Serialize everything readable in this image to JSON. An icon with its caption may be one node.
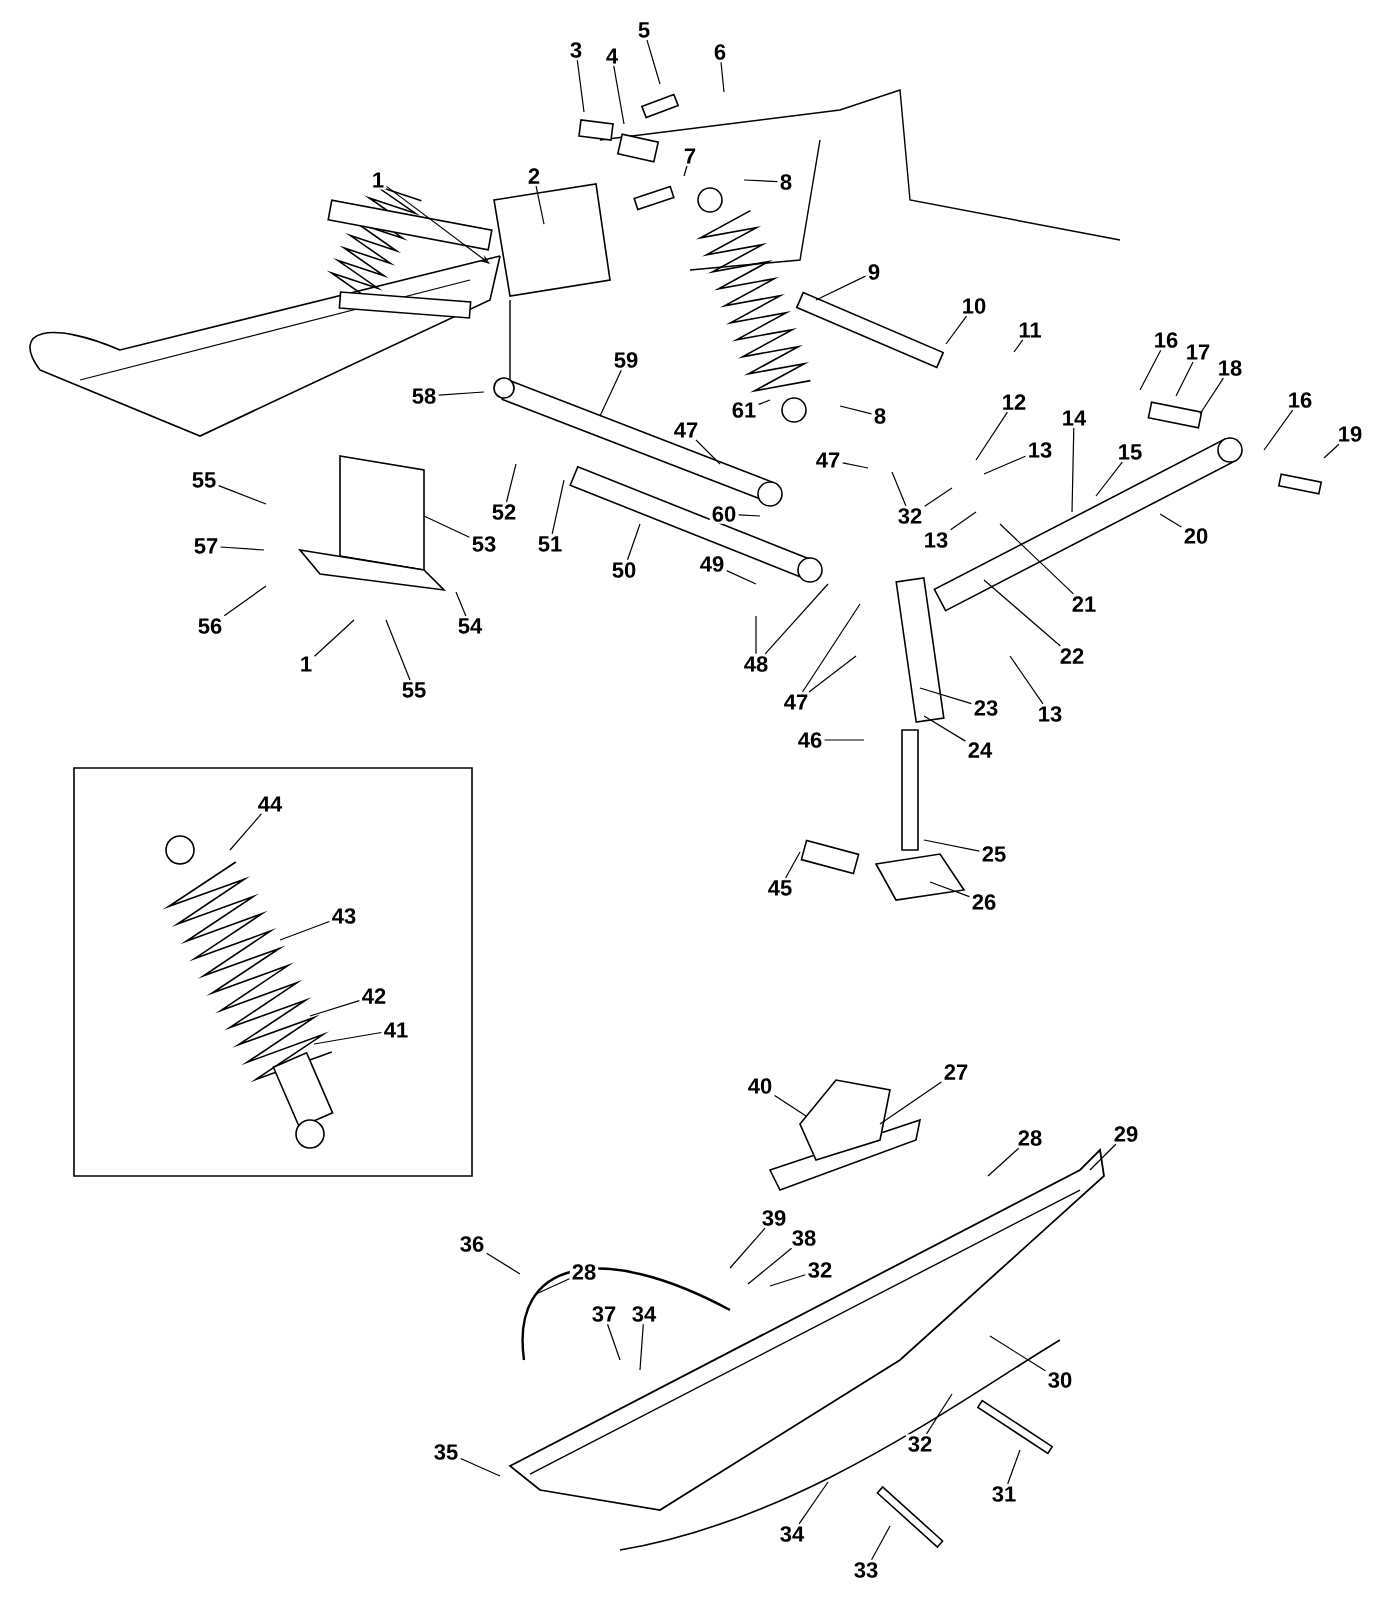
{
  "diagram": {
    "nodes": [
      {
        "text": [
          "5"
        ]
      },
      {
        "text": [
          "3"
        ]
      },
      {
        "text": [
          "4"
        ]
      },
      {
        "text": [
          "6"
        ]
      },
      {
        "text": [
          "7"
        ]
      },
      {
        "text": [
          "2"
        ]
      },
      {
        "text": [
          "1"
        ]
      },
      {
        "text": [
          "8"
        ]
      },
      {
        "text": [
          "9"
        ]
      },
      {
        "text": [
          "10"
        ]
      },
      {
        "text": [
          "11"
        ]
      },
      {
        "text": [
          "16"
        ]
      },
      {
        "text": [
          "17"
        ]
      },
      {
        "text": [
          "58"
        ]
      },
      {
        "text": [
          "59"
        ]
      },
      {
        "text": [
          "18"
        ]
      },
      {
        "text": [
          "16"
        ]
      },
      {
        "text": [
          "12"
        ]
      },
      {
        "text": [
          "61"
        ]
      },
      {
        "text": [
          "14"
        ]
      },
      {
        "text": [
          "8"
        ]
      },
      {
        "text": [
          "47"
        ]
      },
      {
        "text": [
          "19"
        ]
      },
      {
        "text": [
          "15"
        ]
      },
      {
        "text": [
          "13"
        ]
      },
      {
        "text": [
          "47"
        ]
      },
      {
        "text": [
          "55"
        ]
      },
      {
        "text": [
          "52"
        ]
      },
      {
        "text": [
          "60"
        ]
      },
      {
        "text": [
          "32"
        ]
      },
      {
        "text": [
          "20"
        ]
      },
      {
        "text": [
          "13"
        ]
      },
      {
        "text": [
          "53"
        ]
      },
      {
        "text": [
          "51"
        ]
      },
      {
        "text": [
          "57"
        ]
      },
      {
        "text": [
          "50"
        ]
      },
      {
        "text": [
          "49"
        ]
      },
      {
        "text": [
          "21"
        ]
      },
      {
        "text": [
          "56"
        ]
      },
      {
        "text": [
          "54"
        ]
      },
      {
        "text": [
          "22"
        ]
      },
      {
        "text": [
          "1"
        ]
      },
      {
        "text": [
          "48"
        ]
      },
      {
        "text": [
          "55"
        ]
      },
      {
        "text": [
          "23"
        ]
      },
      {
        "text": [
          "47"
        ]
      },
      {
        "text": [
          "13"
        ]
      },
      {
        "text": [
          "46"
        ]
      },
      {
        "text": [
          "24"
        ]
      },
      {
        "text": [
          "44"
        ]
      },
      {
        "text": [
          "25"
        ]
      },
      {
        "text": [
          "45"
        ]
      },
      {
        "text": [
          "26"
        ]
      },
      {
        "text": [
          "43"
        ]
      },
      {
        "text": [
          "42"
        ]
      },
      {
        "text": [
          "41"
        ]
      },
      {
        "text": [
          "27"
        ]
      },
      {
        "text": [
          "40"
        ]
      },
      {
        "text": [
          "29"
        ]
      },
      {
        "text": [
          "28"
        ]
      },
      {
        "text": [
          "39"
        ]
      },
      {
        "text": [
          "38"
        ]
      },
      {
        "text": [
          "36"
        ]
      },
      {
        "text": [
          "32"
        ]
      },
      {
        "text": [
          "28"
        ]
      },
      {
        "text": [
          "37"
        ]
      },
      {
        "text": [
          "34"
        ]
      },
      {
        "text": [
          "30"
        ]
      },
      {
        "text": [
          "32"
        ]
      },
      {
        "text": [
          "35"
        ]
      },
      {
        "text": [
          "31"
        ]
      },
      {
        "text": [
          "34"
        ]
      },
      {
        "text": [
          "33"
        ]
      }
    ],
    "edges": [
      {
        "from": 0,
        "to": null,
        "arrow": "none"
      },
      {
        "from": 1,
        "to": null,
        "arrow": "none"
      },
      {
        "from": 2,
        "to": null,
        "arrow": "none"
      },
      {
        "from": 3,
        "to": null,
        "arrow": "none"
      },
      {
        "from": 4,
        "to": null,
        "arrow": "none"
      },
      {
        "from": 5,
        "to": null,
        "arrow": "none"
      },
      {
        "from": 6,
        "to": null,
        "arrow": "to"
      },
      {
        "from": 7,
        "to": null,
        "arrow": "none"
      },
      {
        "from": 8,
        "to": null,
        "arrow": "none"
      },
      {
        "from": 9,
        "to": null,
        "arrow": "none"
      },
      {
        "from": 10,
        "to": null,
        "arrow": "none"
      },
      {
        "from": 11,
        "to": null,
        "arrow": "none"
      },
      {
        "from": 12,
        "to": null,
        "arrow": "none"
      },
      {
        "from": 13,
        "to": null,
        "arrow": "none"
      },
      {
        "from": 14,
        "to": null,
        "arrow": "none"
      },
      {
        "from": 15,
        "to": null,
        "arrow": "none"
      },
      {
        "from": 16,
        "to": null,
        "arrow": "none"
      },
      {
        "from": 17,
        "to": null,
        "arrow": "none"
      },
      {
        "from": 18,
        "to": null,
        "arrow": "none"
      },
      {
        "from": 19,
        "to": null,
        "arrow": "none"
      },
      {
        "from": 20,
        "to": null,
        "arrow": "none"
      },
      {
        "from": 21,
        "to": null,
        "arrow": "none"
      },
      {
        "from": 22,
        "to": null,
        "arrow": "none"
      },
      {
        "from": 23,
        "to": null,
        "arrow": "none"
      },
      {
        "from": 24,
        "to": null,
        "arrow": "none"
      },
      {
        "from": 25,
        "to": null,
        "arrow": "none"
      },
      {
        "from": 26,
        "to": null,
        "arrow": "none"
      },
      {
        "from": 27,
        "to": null,
        "arrow": "none"
      },
      {
        "from": 28,
        "to": null,
        "arrow": "none"
      },
      {
        "from": 29,
        "to": null,
        "arrow": "none"
      },
      {
        "from": 29,
        "to": null,
        "arrow": "none"
      },
      {
        "from": 30,
        "to": null,
        "arrow": "none"
      },
      {
        "from": 31,
        "to": null,
        "arrow": "none"
      },
      {
        "from": 32,
        "to": null,
        "arrow": "none"
      },
      {
        "from": 33,
        "to": null,
        "arrow": "none"
      },
      {
        "from": 34,
        "to": null,
        "arrow": "none"
      },
      {
        "from": 35,
        "to": null,
        "arrow": "none"
      },
      {
        "from": 36,
        "to": null,
        "arrow": "none"
      },
      {
        "from": 37,
        "to": null,
        "arrow": "none"
      },
      {
        "from": 38,
        "to": null,
        "arrow": "none"
      },
      {
        "from": 39,
        "to": null,
        "arrow": "none"
      },
      {
        "from": 40,
        "to": null,
        "arrow": "none"
      },
      {
        "from": 41,
        "to": null,
        "arrow": "none"
      },
      {
        "from": 42,
        "to": null,
        "arrow": "none"
      },
      {
        "from": 42,
        "to": null,
        "arrow": "none"
      },
      {
        "from": 43,
        "to": null,
        "arrow": "none"
      },
      {
        "from": 44,
        "to": null,
        "arrow": "none"
      },
      {
        "from": 45,
        "to": null,
        "arrow": "none"
      },
      {
        "from": 45,
        "to": null,
        "arrow": "none"
      },
      {
        "from": 46,
        "to": null,
        "arrow": "none"
      },
      {
        "from": 47,
        "to": null,
        "arrow": "none"
      },
      {
        "from": 48,
        "to": null,
        "arrow": "none"
      },
      {
        "from": 49,
        "to": null,
        "arrow": "none"
      },
      {
        "from": 50,
        "to": null,
        "arrow": "none"
      },
      {
        "from": 51,
        "to": null,
        "arrow": "none"
      },
      {
        "from": 52,
        "to": null,
        "arrow": "none"
      },
      {
        "from": 53,
        "to": null,
        "arrow": "none"
      },
      {
        "from": 54,
        "to": null,
        "arrow": "none"
      },
      {
        "from": 55,
        "to": null,
        "arrow": "none"
      },
      {
        "from": 56,
        "to": null,
        "arrow": "none"
      },
      {
        "from": 57,
        "to": null,
        "arrow": "none"
      },
      {
        "from": 58,
        "to": null,
        "arrow": "none"
      },
      {
        "from": 59,
        "to": null,
        "arrow": "none"
      },
      {
        "from": 60,
        "to": null,
        "arrow": "none"
      },
      {
        "from": 61,
        "to": null,
        "arrow": "none"
      },
      {
        "from": 62,
        "to": null,
        "arrow": "none"
      },
      {
        "from": 63,
        "to": null,
        "arrow": "none"
      },
      {
        "from": 64,
        "to": null,
        "arrow": "none"
      },
      {
        "from": 65,
        "to": null,
        "arrow": "none"
      },
      {
        "from": 66,
        "to": null,
        "arrow": "none"
      },
      {
        "from": 67,
        "to": null,
        "arrow": "none"
      },
      {
        "from": 68,
        "to": null,
        "arrow": "none"
      },
      {
        "from": 69,
        "to": null,
        "arrow": "none"
      },
      {
        "from": 70,
        "to": null,
        "arrow": "none"
      },
      {
        "from": 71,
        "to": null,
        "arrow": "none"
      },
      {
        "from": 72,
        "to": null,
        "arrow": "none"
      }
    ]
  }
}
